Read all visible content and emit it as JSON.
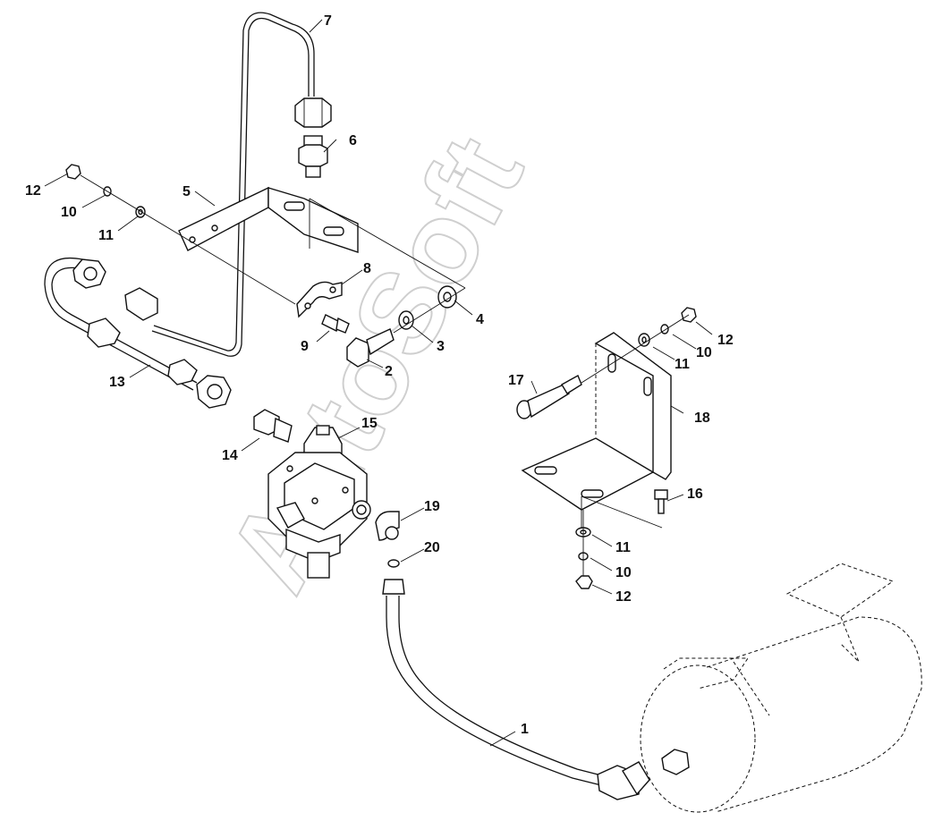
{
  "watermark": {
    "text": "AutoSoft"
  },
  "labels": {
    "l1": "1",
    "l2": "2",
    "l3": "3",
    "l4": "4",
    "l5": "5",
    "l6": "6",
    "l7": "7",
    "l8": "8",
    "l9": "9",
    "l10a": "10",
    "l10b": "10",
    "l10c": "10",
    "l11a": "11",
    "l11b": "11",
    "l11c": "11",
    "l12a": "12",
    "l12b": "12",
    "l12c": "12",
    "l13": "13",
    "l14": "14",
    "l15": "15",
    "l16": "16",
    "l17": "17",
    "l18": "18",
    "l19": "19",
    "l20": "20"
  }
}
